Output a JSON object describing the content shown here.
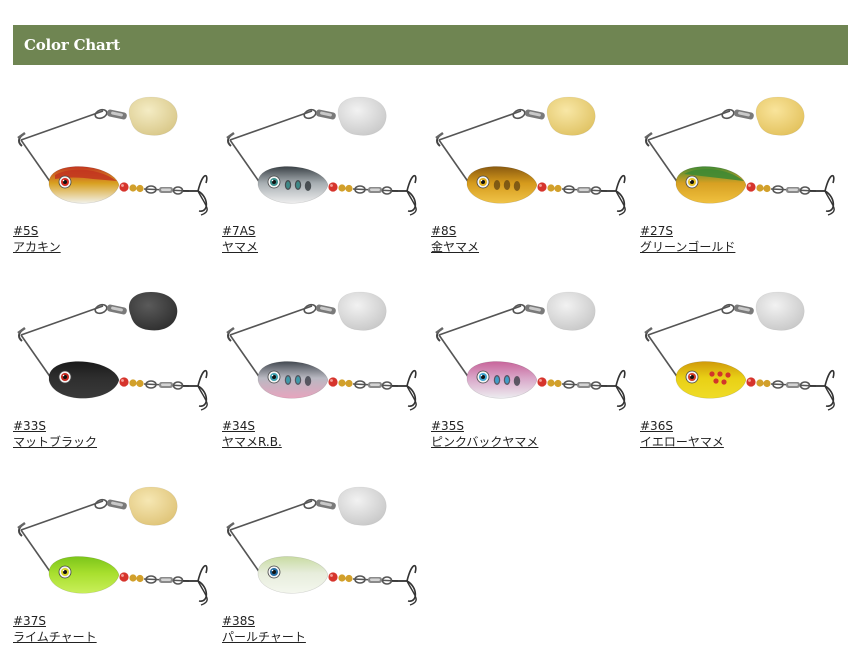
{
  "header": {
    "title": "Color Chart"
  },
  "items": [
    {
      "code": "#5S",
      "name": "アカキン",
      "blade": "#d9c889",
      "bladeHi": "#f4ecc4",
      "body": "#d8a020",
      "body2": "#c23420",
      "belly": "#f1f1ea",
      "eye": "#d32b1f",
      "pattern": "red-top"
    },
    {
      "code": "#7AS",
      "name": "ヤマメ",
      "blade": "#c9c9c9",
      "bladeHi": "#f2f2f2",
      "body": "#a7aeb2",
      "body2": "#3b4247",
      "belly": "#eeeeee",
      "eye": "#3c8f8c",
      "pattern": "parr"
    },
    {
      "code": "#8S",
      "name": "金ヤマメ",
      "blade": "#e0c364",
      "bladeHi": "#f8e7a6",
      "body": "#d59a1c",
      "body2": "#8a5a10",
      "belly": "#f0c449",
      "eye": "#e3b11e",
      "pattern": "parr-gold"
    },
    {
      "code": "#27S",
      "name": "グリーンゴールド",
      "blade": "#e3c25d",
      "bladeHi": "#f9e49b",
      "body": "#d7a022",
      "body2": "#3f8a33",
      "belly": "#f0c13f",
      "eye": "#e6c024",
      "pattern": "green-top"
    },
    {
      "code": "#33S",
      "name": "マットブラック",
      "blade": "#2f2f2f",
      "bladeHi": "#5a5a5a",
      "body": "#2e2e2e",
      "body2": "#1a1a1a",
      "belly": "#3a3a3a",
      "eye": "#c4261c",
      "pattern": "black"
    },
    {
      "code": "#34S",
      "name": "ヤマメR.B.",
      "blade": "#c8c8c8",
      "bladeHi": "#f2f2f2",
      "body": "#b9b9c2",
      "body2": "#444a52",
      "belly": "#e7a4be",
      "eye": "#3da1b1",
      "pattern": "parr-pink"
    },
    {
      "code": "#35S",
      "name": "ピンクバックヤマメ",
      "blade": "#c8c8c8",
      "bladeHi": "#f2f2f2",
      "body": "#d9a6c8",
      "body2": "#c8659b",
      "belly": "#ececf0",
      "eye": "#3fa5d1",
      "pattern": "parr-pink"
    },
    {
      "code": "#36S",
      "name": "イエローヤマメ",
      "blade": "#c8c8c8",
      "bladeHi": "#f2f2f2",
      "body": "#e9d015",
      "body2": "#d09a0a",
      "belly": "#efdc28",
      "eye": "#d23a25",
      "pattern": "yellow"
    },
    {
      "code": "#37S",
      "name": "ライムチャート",
      "blade": "#dfc478",
      "bladeHi": "#f6e7b3",
      "body": "#a8df2e",
      "body2": "#7cc51a",
      "belly": "#c9ef5a",
      "eye": "#d8d326",
      "pattern": "lime"
    },
    {
      "code": "#38S",
      "name": "パールチャート",
      "blade": "#c8c8c8",
      "bladeHi": "#f2f2f2",
      "body": "#e7eddc",
      "body2": "#c8dba2",
      "belly": "#f4f7ee",
      "eye": "#226aa0",
      "pattern": "pearl"
    }
  ]
}
